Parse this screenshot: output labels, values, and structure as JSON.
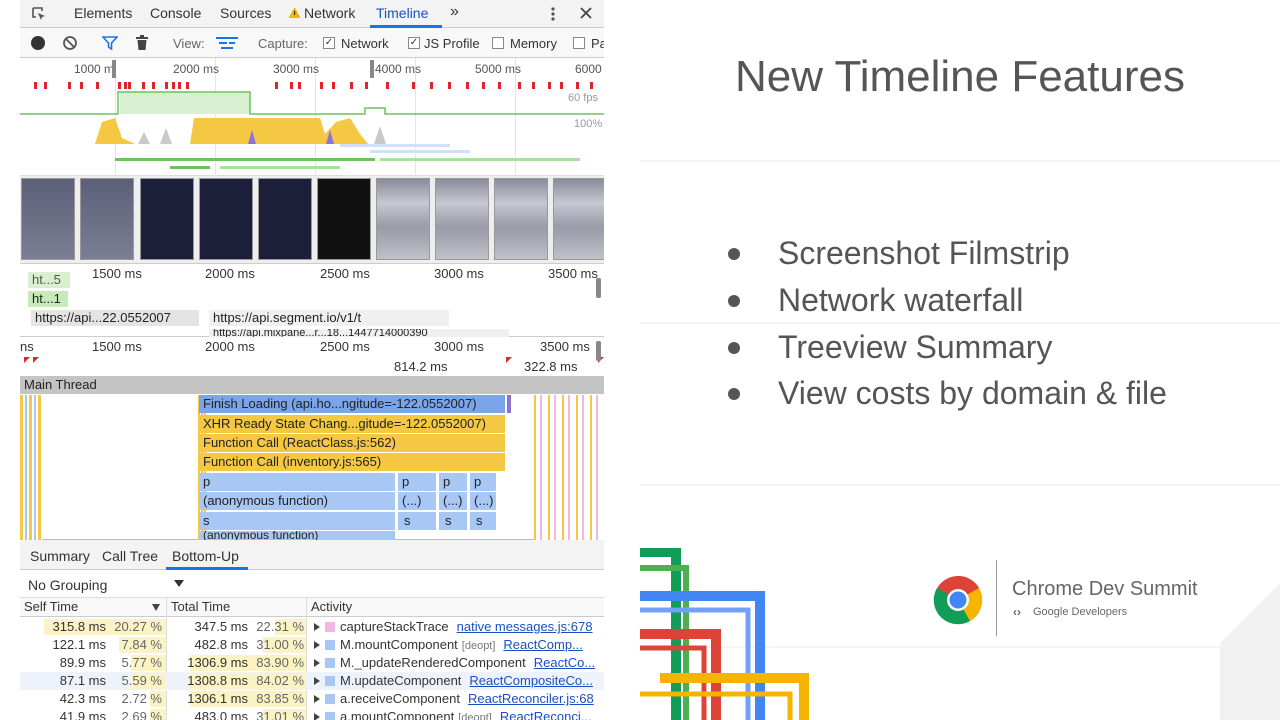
{
  "devtools": {
    "tabs": [
      "Elements",
      "Console",
      "Sources",
      "Network",
      "Timeline"
    ],
    "more_tabs": "»",
    "active_tab": "Timeline",
    "view_label": "View:",
    "capture_label": "Capture:",
    "capture_options": [
      {
        "label": "Network",
        "checked": true
      },
      {
        "label": "JS Profile",
        "checked": true
      },
      {
        "label": "Memory",
        "checked": false
      },
      {
        "label": "Pa",
        "checked": false
      }
    ],
    "overview_ticks": [
      "1000 m",
      "2000 ms",
      "3000 ms",
      "4000 ms",
      "5000 ms",
      "6000"
    ],
    "fps_label": "60 fps",
    "cpu_label": "100%",
    "network_ticks": [
      "1500 ms",
      "2000 ms",
      "2500 ms",
      "3000 ms",
      "3500 ms"
    ],
    "network_rows": [
      {
        "label": "ht...5"
      },
      {
        "label": "ht...1"
      },
      {
        "label": "https://api...22.0552007"
      },
      {
        "label": "https://api.segment.io/v1/t"
      },
      {
        "label": "https://api.mixpane...r...18...1447714000390"
      }
    ],
    "flame_ticks": [
      "1500 ms",
      "2000 ms",
      "2500 ms",
      "3000 ms",
      "3500 ms"
    ],
    "flame_tick_prefix": "ns",
    "frame_times": [
      "814.2 ms",
      "322.8 ms"
    ],
    "main_thread_label": "Main Thread",
    "flame_entries": [
      "Finish Loading (api.ho...ngitude=-122.0552007)",
      "XHR Ready State Chang...gitude=-122.0552007)",
      "Function Call (ReactClass.js:562)",
      "Function Call (inventory.js:565)",
      "p",
      "(anonymous function)",
      "s",
      "(anonymous function)"
    ],
    "flame_small": {
      "p": "p",
      "anon": "(...)",
      "s": "s",
      "cut": "(...)"
    },
    "bottom_tabs": [
      "Summary",
      "Call Tree",
      "Bottom-Up"
    ],
    "active_bottom_tab": "Bottom-Up",
    "grouping": "No Grouping",
    "columns": {
      "self": "Self Time",
      "total": "Total Time",
      "activity": "Activity"
    },
    "rows": [
      {
        "self": "315.8 ms",
        "self_pct": "20.27 %",
        "total": "347.5 ms",
        "total_pct": "22.31 %",
        "name": "captureStackTrace",
        "deopt": "",
        "source": "native messages.js:678",
        "self_frac": 0.2027,
        "total_frac": 0.2231,
        "swatch": "#f2b6e6"
      },
      {
        "self": "122.1 ms",
        "self_pct": "7.84 %",
        "total": "482.8 ms",
        "total_pct": "31.00 %",
        "name": "M.mountComponent",
        "deopt": "[deopt]",
        "source": "ReactComp...",
        "self_frac": 0.0784,
        "total_frac": 0.31,
        "swatch": "#a8c7f5"
      },
      {
        "self": "89.9 ms",
        "self_pct": "5.77 %",
        "total": "1306.9 ms",
        "total_pct": "83.90 %",
        "name": "M._updateRenderedComponent",
        "deopt": "",
        "source": "ReactCo...",
        "self_frac": 0.0577,
        "total_frac": 0.839,
        "swatch": "#a8c7f5"
      },
      {
        "self": "87.1 ms",
        "self_pct": "5.59 %",
        "total": "1308.8 ms",
        "total_pct": "84.02 %",
        "name": "M.updateComponent",
        "deopt": "",
        "source": "ReactCompositeCo...",
        "self_frac": 0.0559,
        "total_frac": 0.8402,
        "swatch": "#a8c7f5"
      },
      {
        "self": "42.3 ms",
        "self_pct": "2.72 %",
        "total": "1306.1 ms",
        "total_pct": "83.85 %",
        "name": "a.receiveComponent",
        "deopt": "",
        "source": "ReactReconciler.js:68",
        "self_frac": 0.0272,
        "total_frac": 0.8385,
        "swatch": "#a8c7f5"
      },
      {
        "self": "41.9 ms",
        "self_pct": "2.69 %",
        "total": "483.0 ms",
        "total_pct": "31.01 %",
        "name": "a.mountComponent",
        "deopt": "[deopt]",
        "source": "ReactReconci...",
        "self_frac": 0.0269,
        "total_frac": 0.3101,
        "swatch": "#a8c7f5"
      }
    ]
  },
  "slide": {
    "title": "New Timeline Features",
    "bullets": [
      "Screenshot Filmstrip",
      "Network waterfall",
      "Treeview Summary",
      "View costs by domain & file"
    ],
    "brand_main": "Chrome Dev Summit",
    "brand_sub": "Google Developers"
  },
  "colors": {
    "accent": "#1a73e8",
    "red": "#db4437",
    "yellow": "#f4b400",
    "green": "#0f9d58",
    "blue": "#4285f4"
  }
}
